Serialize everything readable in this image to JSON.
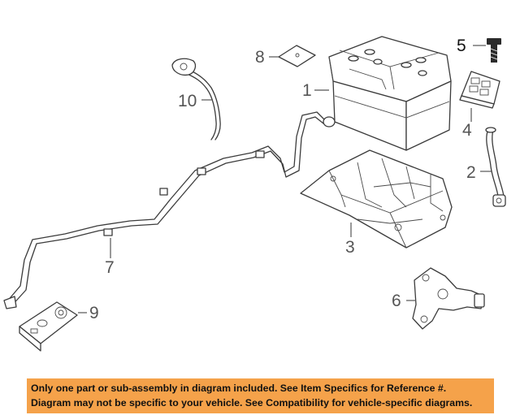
{
  "callouts": {
    "c1": "1",
    "c2": "2",
    "c3": "3",
    "c4": "4",
    "c5": "5",
    "c6": "6",
    "c7": "7",
    "c8": "8",
    "c9": "9",
    "c10": "10"
  },
  "notice": {
    "line1": "Only one part or sub-assembly in diagram included. See Item Specifics for Reference #.",
    "line2": "Diagram may not be specific to your vehicle. See Compatibility for vehicle-specific diagrams.",
    "background": "#f5a24a"
  }
}
